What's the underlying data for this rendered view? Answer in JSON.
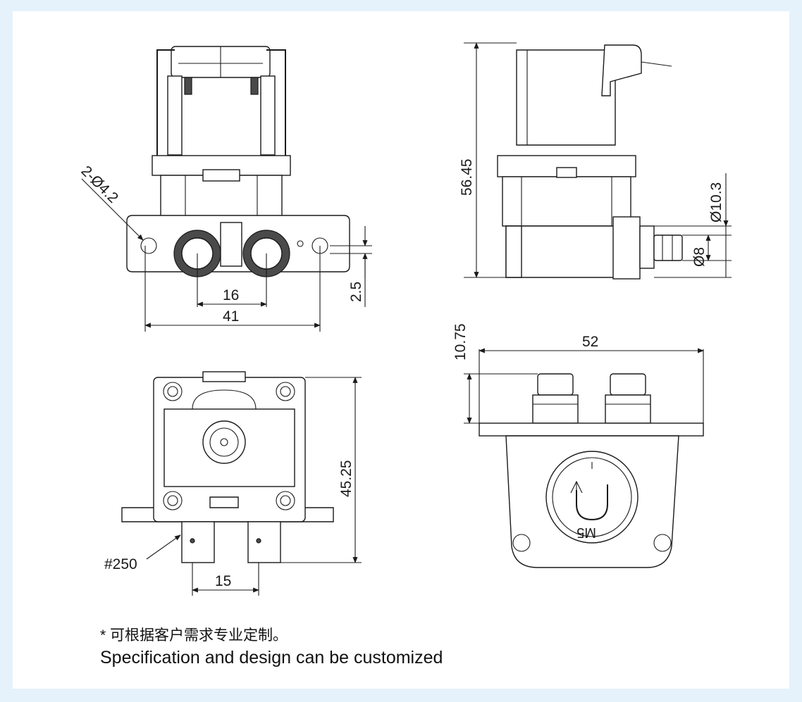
{
  "dimensions": {
    "hole_spec": "2-Ø4.2",
    "outlet_pitch": "16",
    "mount_pitch": "41",
    "offset": "2.5",
    "height_side": "56.45",
    "port_outer": "Ø10.3",
    "port_inner": "Ø8",
    "height_bottom": "45.25",
    "terminal_pitch": "15",
    "terminal_spec": "#250",
    "spigot_height": "10.75",
    "width_front": "52"
  },
  "coil_marking": "M5",
  "notes": {
    "cn": "* 可根据客户需求专业定制。",
    "en": "Specification and design can be customized"
  },
  "colors": {
    "page_border": "#e6f2fb",
    "sheet": "#ffffff",
    "line": "#1a1a1a"
  }
}
